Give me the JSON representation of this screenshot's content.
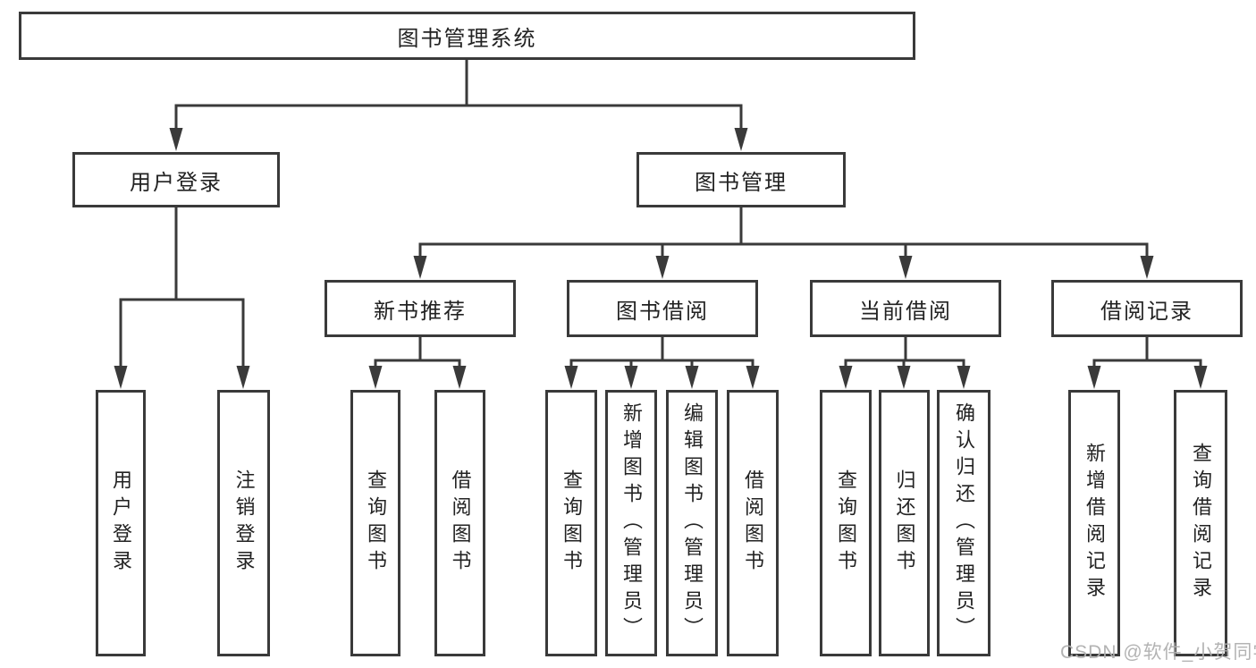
{
  "diagram": {
    "root": {
      "label": "图书管理系统"
    },
    "branches": [
      {
        "label": "用户登录",
        "children": [
          {
            "label": "用户登录"
          },
          {
            "label": "注销登录"
          }
        ]
      },
      {
        "label": "图书管理",
        "children": [
          {
            "label": "新书推荐",
            "children": [
              {
                "label": "查询图书"
              },
              {
                "label": "借阅图书"
              }
            ]
          },
          {
            "label": "图书借阅",
            "children": [
              {
                "label": "查询图书"
              },
              {
                "label": "新增图书（管理员）"
              },
              {
                "label": "编辑图书（管理员）"
              },
              {
                "label": "借阅图书"
              }
            ]
          },
          {
            "label": "当前借阅",
            "children": [
              {
                "label": "查询图书"
              },
              {
                "label": "归还图书"
              },
              {
                "label": "确认归还（管理员）"
              }
            ]
          },
          {
            "label": "借阅记录",
            "children": [
              {
                "label": "新增借阅记录"
              },
              {
                "label": "查询借阅记录"
              }
            ]
          }
        ]
      }
    ]
  },
  "watermark": {
    "text": "CSDN @软件_小贺同学"
  },
  "colors": {
    "line": "#3a3a3a",
    "box_border": "#3a3a3a",
    "text": "#222222",
    "watermark": "#afafaf",
    "background": "#ffffff"
  }
}
